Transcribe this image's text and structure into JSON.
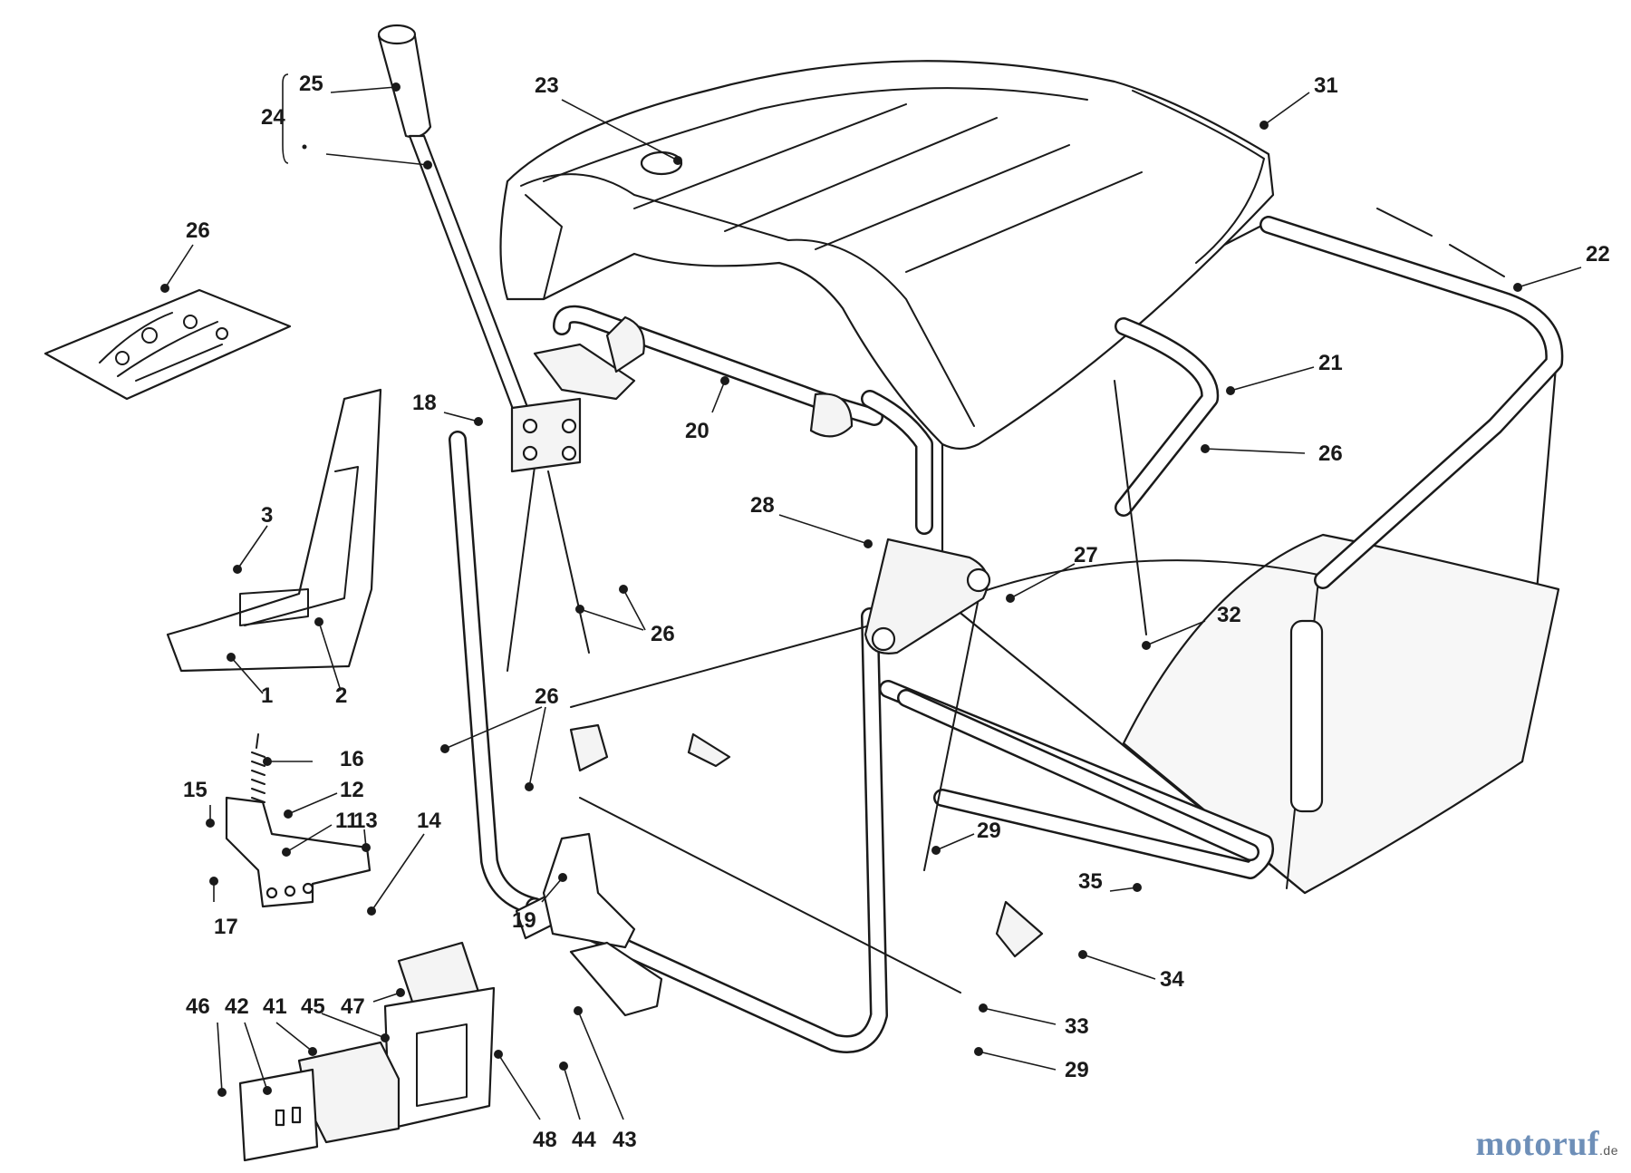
{
  "diagram": {
    "labels": [
      {
        "id": "25",
        "text": "25"
      },
      {
        "id": "24",
        "text": "24"
      },
      {
        "id": "23",
        "text": "23"
      },
      {
        "id": "31",
        "text": "31"
      },
      {
        "id": "26a",
        "text": "26"
      },
      {
        "id": "22",
        "text": "22"
      },
      {
        "id": "21",
        "text": "21"
      },
      {
        "id": "18",
        "text": "18"
      },
      {
        "id": "20",
        "text": "20"
      },
      {
        "id": "26b",
        "text": "26"
      },
      {
        "id": "3",
        "text": "3"
      },
      {
        "id": "28",
        "text": "28"
      },
      {
        "id": "27",
        "text": "27"
      },
      {
        "id": "26c",
        "text": "26"
      },
      {
        "id": "32",
        "text": "32"
      },
      {
        "id": "1",
        "text": "1"
      },
      {
        "id": "2",
        "text": "2"
      },
      {
        "id": "26d",
        "text": "26"
      },
      {
        "id": "16",
        "text": "16"
      },
      {
        "id": "15",
        "text": "15"
      },
      {
        "id": "12",
        "text": "12"
      },
      {
        "id": "11",
        "text": "11"
      },
      {
        "id": "13",
        "text": "13"
      },
      {
        "id": "14",
        "text": "14"
      },
      {
        "id": "29a",
        "text": "29"
      },
      {
        "id": "17",
        "text": "17"
      },
      {
        "id": "19",
        "text": "19"
      },
      {
        "id": "35",
        "text": "35"
      },
      {
        "id": "34",
        "text": "34"
      },
      {
        "id": "46",
        "text": "46"
      },
      {
        "id": "42",
        "text": "42"
      },
      {
        "id": "41",
        "text": "41"
      },
      {
        "id": "45",
        "text": "45"
      },
      {
        "id": "47",
        "text": "47"
      },
      {
        "id": "33",
        "text": "33"
      },
      {
        "id": "29b",
        "text": "29"
      },
      {
        "id": "48",
        "text": "48"
      },
      {
        "id": "44",
        "text": "44"
      },
      {
        "id": "43",
        "text": "43"
      }
    ]
  },
  "brand": {
    "name": "motoruf",
    "tld": ".de"
  }
}
